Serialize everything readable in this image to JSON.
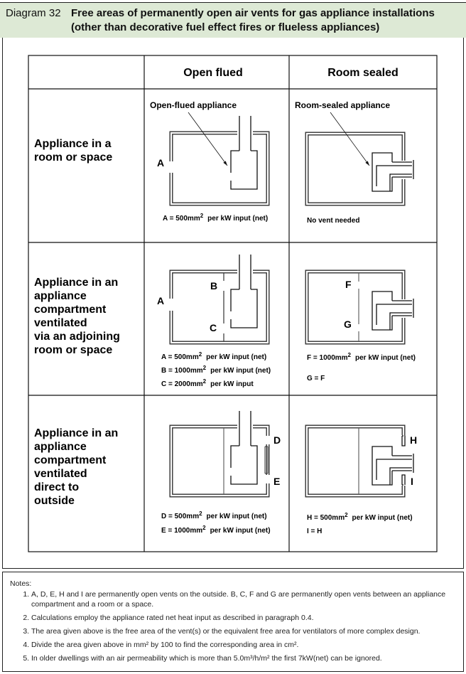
{
  "header": {
    "diagram_number": "Diagram 32",
    "title_line1": "Free areas of permanently open air vents for gas appliance installations",
    "title_line2": "(other than decorative fuel effect fires or flueless appliances)",
    "background_color": "#dde9d5"
  },
  "table": {
    "columns": [
      "Open flued",
      "Room sealed"
    ],
    "rows": [
      {
        "label": [
          "Appliance in a",
          "room or space"
        ],
        "open_flued": {
          "appliance_label": "Open-flued appliance",
          "letters": [
            "A"
          ],
          "captions": [
            {
              "lhs": "A = 500mm",
              "sup": "2",
              "rhs": "per kW input (net)"
            }
          ]
        },
        "room_sealed": {
          "appliance_label": "Room-sealed appliance",
          "letters": [],
          "captions": [
            {
              "lhs": "No vent needed",
              "sup": "",
              "rhs": ""
            }
          ]
        }
      },
      {
        "label": [
          "Appliance in an",
          "appliance",
          "compartment",
          "ventilated",
          "via an adjoining",
          "room or space"
        ],
        "open_flued": {
          "letters": [
            "A",
            "B",
            "C"
          ],
          "captions": [
            {
              "lhs": "A = 500mm",
              "sup": "2",
              "rhs": "per kW input (net)"
            },
            {
              "lhs": "B = 1000mm",
              "sup": "2",
              "rhs": "per kW input (net)"
            },
            {
              "lhs": "C = 2000mm",
              "sup": "2",
              "rhs": "per kW input"
            }
          ]
        },
        "room_sealed": {
          "letters": [
            "F",
            "G"
          ],
          "captions": [
            {
              "lhs": "F = 1000mm",
              "sup": "2",
              "rhs": "per kW input (net)"
            },
            {
              "lhs": "G = F",
              "sup": "",
              "rhs": ""
            }
          ]
        }
      },
      {
        "label": [
          "Appliance in an",
          "appliance",
          "compartment",
          "ventilated",
          "direct to",
          "outside"
        ],
        "open_flued": {
          "letters": [
            "D",
            "E"
          ],
          "captions": [
            {
              "lhs": "D = 500mm",
              "sup": "2",
              "rhs": "per kW input (net)"
            },
            {
              "lhs": "E = 1000mm",
              "sup": "2",
              "rhs": "per kW input (net)"
            }
          ]
        },
        "room_sealed": {
          "letters": [
            "H",
            "I"
          ],
          "captions": [
            {
              "lhs": "H = 500mm",
              "sup": "2",
              "rhs": "per kW input (net)"
            },
            {
              "lhs": "I = H",
              "sup": "",
              "rhs": ""
            }
          ]
        }
      }
    ]
  },
  "notes": {
    "title": "Notes:",
    "items": [
      "A, D, E, H and I are permanently open vents on the outside. B, C, F and G are permanently open vents between an appliance compartment and a room or a space.",
      "Calculations employ the appliance rated net heat input as described in paragraph 0.4.",
      "The area given above is the free area of the vent(s) or the equivalent free area for ventilators of more complex design.",
      "Divide the area given above in mm² by 100 to find the corresponding area in cm².",
      "In older dwellings with an air permeability which is more than 5.0m³/h/m² the first 7kW(net) can be ignored."
    ]
  }
}
